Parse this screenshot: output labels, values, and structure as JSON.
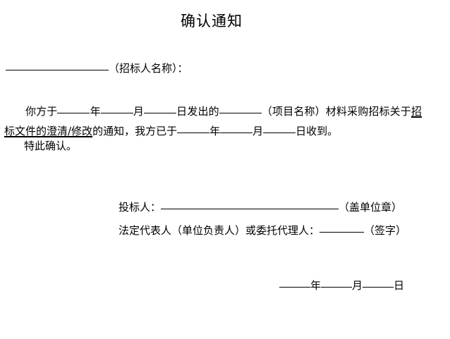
{
  "document": {
    "title": "确认通知",
    "addressee": {
      "blank_label": "",
      "suffix": "（招标人名称）："
    },
    "body": {
      "seg_1": "你方于",
      "year_label": "年",
      "month_label": "月",
      "day_label": "日",
      "seg_2": "发出的",
      "seg_3": "（项目名称）材料采购招标关于",
      "underlined_text": "招标文件的澄清/修改",
      "seg_4": "的通知，我方已于",
      "seg_5": "收到。",
      "confirm_text": "特此确认。"
    },
    "signature": {
      "bidder_label": "投标人：",
      "bidder_note": "（盖单位章）",
      "representative_label": "法定代表人（单位负责人）或委托代理人：",
      "representative_note": "（签字）"
    },
    "date": {
      "year_label": "年",
      "month_label": "月",
      "day_label": "日"
    },
    "colors": {
      "text": "#000000",
      "background": "#ffffff",
      "rule": "#000000"
    }
  }
}
